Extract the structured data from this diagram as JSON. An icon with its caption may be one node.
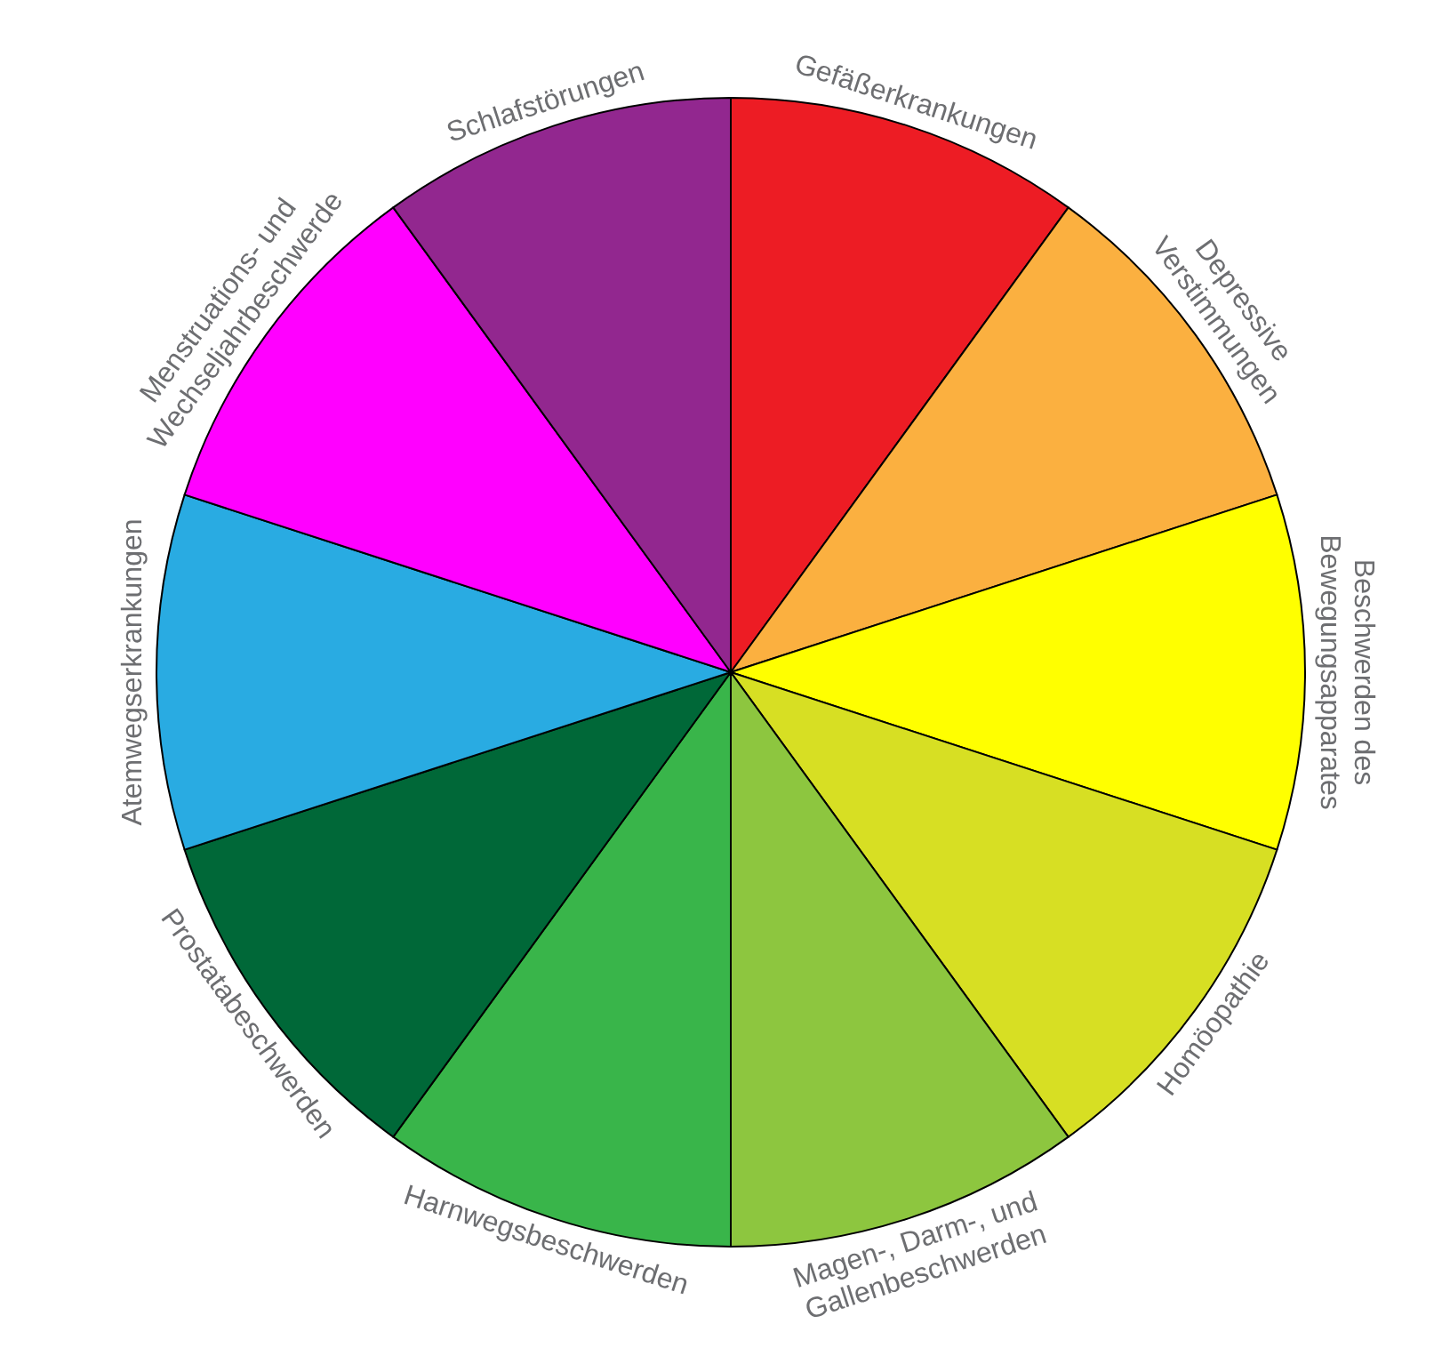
{
  "diagram": {
    "nodes": [
      {
        "text": [
          "Gefäßerkrankungen"
        ]
      },
      {
        "text": [
          "Depressive Verstimmungen"
        ]
      },
      {
        "text": [
          "Beschwerden des Bewegungsapparates"
        ]
      },
      {
        "text": [
          "Homöopathie"
        ]
      },
      {
        "text": [
          "Magen-, Darm-, und Gallenbeschwerden"
        ]
      },
      {
        "text": [
          "Harnwegsbeschwerden"
        ]
      },
      {
        "text": [
          "Prostatabeschwerden"
        ]
      },
      {
        "text": [
          "Atemwegserkrankungen"
        ]
      },
      {
        "text": [
          "Menstruations- und Wechseljahrbeschwerde"
        ]
      },
      {
        "text": [
          "Schlafstörungen"
        ]
      }
    ]
  }
}
